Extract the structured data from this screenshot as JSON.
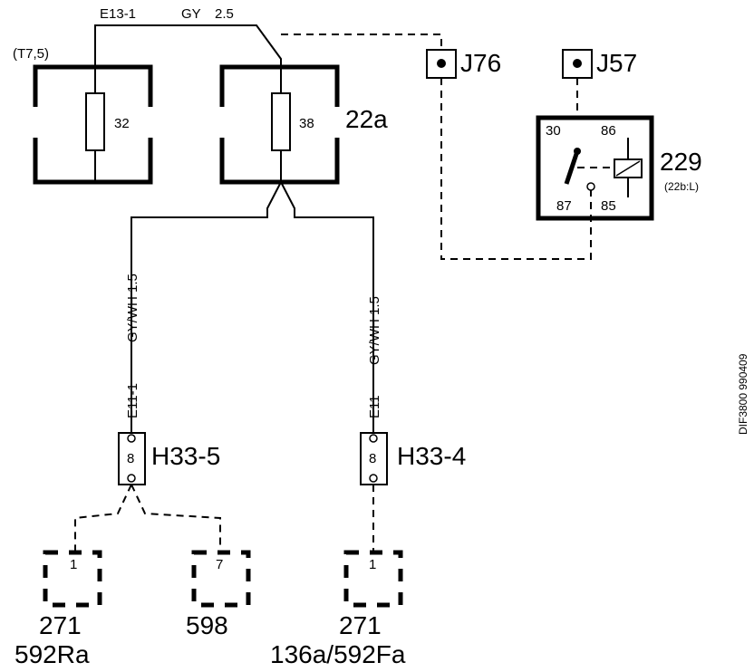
{
  "top_wire": {
    "conn": "E13-1",
    "color": "GY",
    "size": "2.5"
  },
  "fuse_32": {
    "group": "(T7,5)",
    "number": "32"
  },
  "fuse_38": {
    "number": "38",
    "box": "22a"
  },
  "jumpers": {
    "j76": "J76",
    "j57": "J57"
  },
  "relay": {
    "id": "229",
    "location": "(22b:L)",
    "pins": {
      "p30": "30",
      "p86": "86",
      "p87": "87",
      "p85": "85"
    }
  },
  "wire_left": {
    "spec": "GY/WH 1.5",
    "conn": "E11-1"
  },
  "wire_right": {
    "spec": "GY/WH 1.5",
    "conn": "E11"
  },
  "conn_h33_5": {
    "pin": "8",
    "name": "H33-5"
  },
  "conn_h33_4": {
    "pin": "8",
    "name": "H33-4"
  },
  "dest_1": {
    "pin": "1",
    "id": "271",
    "sub": "592Ra"
  },
  "dest_2": {
    "pin": "7",
    "id": "598"
  },
  "dest_3": {
    "pin": "1",
    "id": "271",
    "sub": "136a/592Fa"
  },
  "doc_ref": "DIF3800 990409"
}
